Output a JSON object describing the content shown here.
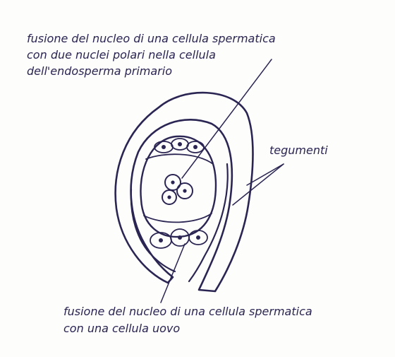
{
  "labels": {
    "top_line1": "fusione del nucleo di una cellula spermatica",
    "top_line2": "con due nuclei polari nella cellula",
    "top_line3": "dell'endosperma primario",
    "right": "tegumenti",
    "bottom_line1": "fusione del nucleo di una cellula spermatica",
    "bottom_line2": "con una cellula uovo"
  },
  "colors": {
    "ink": "#2a2552",
    "paper": "#fdfdfb"
  }
}
